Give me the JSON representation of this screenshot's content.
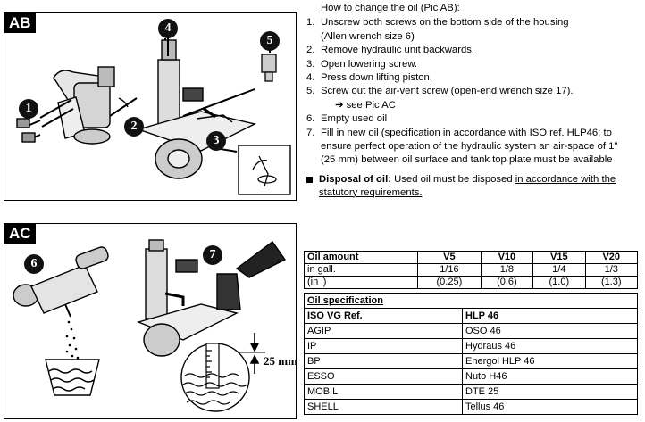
{
  "panel_ab": {
    "tag": "AB",
    "callouts": [
      "1",
      "2",
      "3",
      "4",
      "5"
    ]
  },
  "panel_ac": {
    "tag": "AC",
    "callouts": [
      "6",
      "7"
    ],
    "measure_label": "25 mm"
  },
  "instructions": {
    "heading": "How to change the oil (Pic AB):",
    "steps": [
      {
        "num": "1.",
        "text": "Unscrew both screws on the bottom side of the housing"
      },
      {
        "num": "",
        "text": "(Allen wrench size 6)"
      },
      {
        "num": "2.",
        "text": "Remove hydraulic unit backwards."
      },
      {
        "num": "3.",
        "text": "Open lowering screw."
      },
      {
        "num": "4.",
        "text": "Press down lifting piston."
      },
      {
        "num": "5.",
        "text": "Screw out the air-vent screw (open-end wrench size 17)."
      },
      {
        "num": "",
        "text": "➔ see Pic AC"
      },
      {
        "num": "6.",
        "text": "Empty used oil"
      },
      {
        "num": "7.",
        "text": "Fill in new oil (specification in accordance with ISO ref. HLP46; to"
      },
      {
        "num": "",
        "text": "ensure perfect operation of the hydraulic system an air-space of 1\""
      },
      {
        "num": "",
        "text": "(25 mm) between oil surface and tank top plate must be available"
      }
    ]
  },
  "disposal": {
    "label": "Disposal of oil:",
    "text": " Used oil must be disposed ",
    "underlined_1": "in accordance with the",
    "underlined_2": "statutory requirements."
  },
  "oil_amount_table": {
    "header": [
      "Oil amount",
      "V5",
      "V10",
      "V15",
      "V20"
    ],
    "rows": [
      [
        "in gall.",
        "1/16",
        "1/8",
        "1/4",
        "1/3"
      ],
      [
        "(in l)",
        "(0.25)",
        "(0.6)",
        "(1.0)",
        "(1.3)"
      ]
    ]
  },
  "oil_spec_table": {
    "caption": "Oil specification",
    "header": [
      "ISO VG Ref.",
      "HLP 46"
    ],
    "rows": [
      [
        "AGIP",
        "OSO 46"
      ],
      [
        "IP",
        "Hydraus 46"
      ],
      [
        "BP",
        "Energol HLP 46"
      ],
      [
        "ESSO",
        "Nuto H46"
      ],
      [
        "MOBIL",
        "DTE 25"
      ],
      [
        "SHELL",
        "Tellus 46"
      ]
    ]
  }
}
